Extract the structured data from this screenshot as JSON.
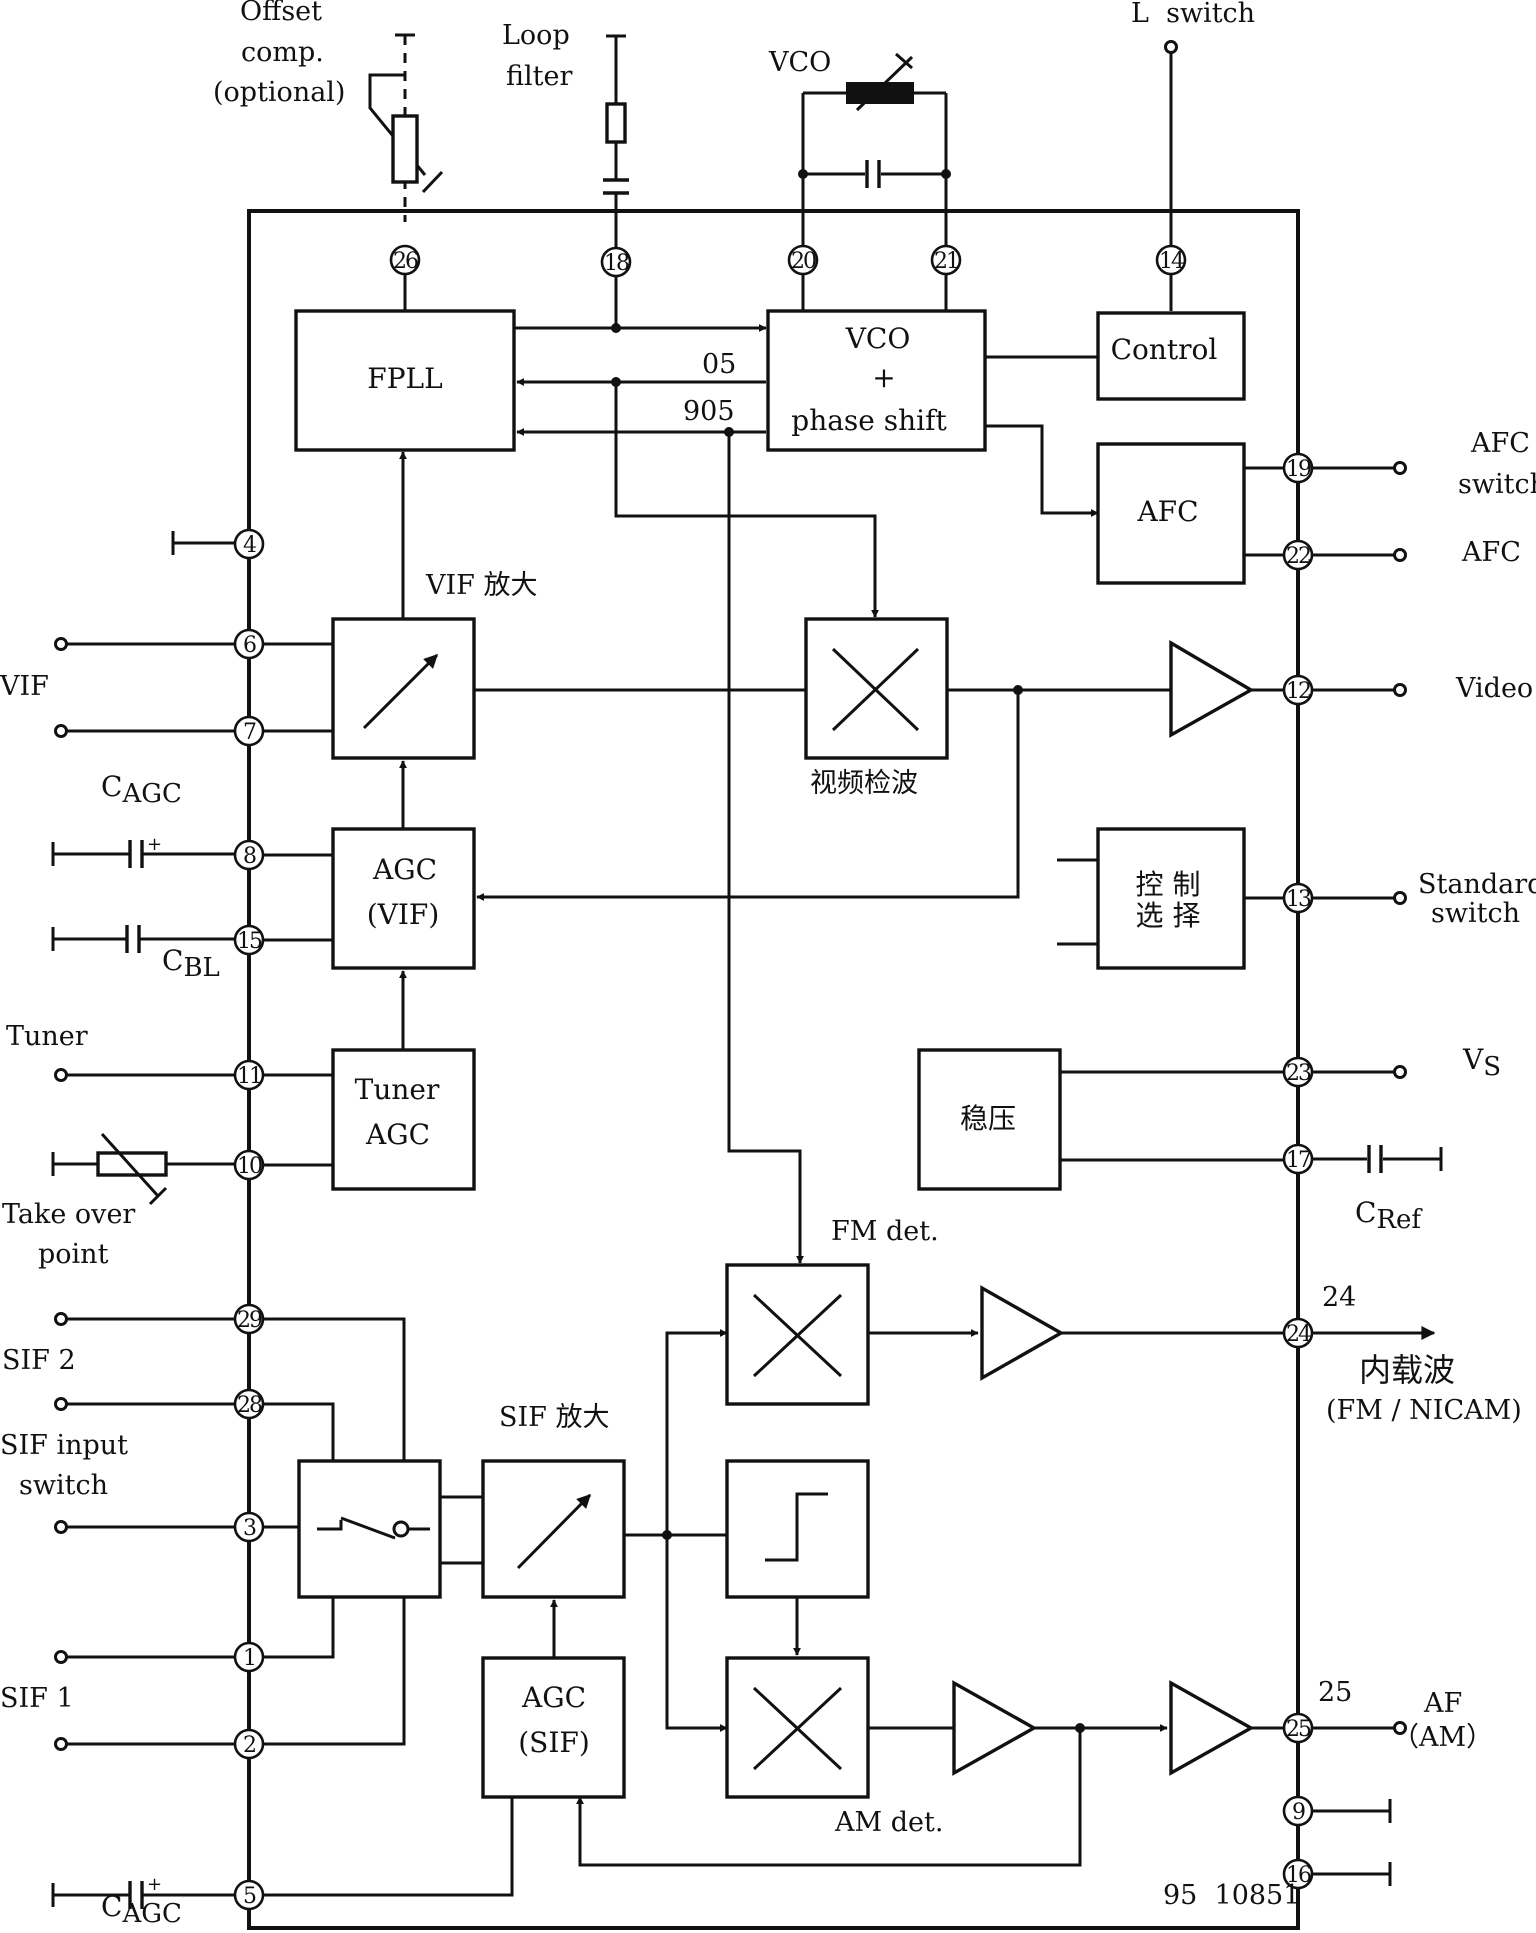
{
  "pins": {
    "p1": "1",
    "p2": "2",
    "p3": "3",
    "p4": "4",
    "p5": "5",
    "p6": "6",
    "p7": "7",
    "p8": "8",
    "p9": "9",
    "p10": "10",
    "p11": "11",
    "p12": "12",
    "p13": "13",
    "p14": "14",
    "p15": "15",
    "p16": "16",
    "p17": "17",
    "p18": "18",
    "p19": "19",
    "p20": "20",
    "p21": "21",
    "p22": "22",
    "p23": "23",
    "p24": "24",
    "p25": "25",
    "p26": "26",
    "p28": "28",
    "p29": "29"
  },
  "blocks": {
    "fpll": "FPLL",
    "vco_line1": "VCO",
    "vco_line2": "+",
    "vco_line3": "phase shift",
    "control": "Control",
    "afc": "AFC",
    "agc_vif_line1": "AGC",
    "agc_vif_line2": "(VIF)",
    "tuner_agc_line1": "Tuner",
    "tuner_agc_line2": "AGC",
    "std_ctrl_line1": "控 制",
    "std_ctrl_line2": "选 择",
    "regulator": "稳压",
    "agc_sif_line1": "AGC",
    "agc_sif_line2": "(SIF)"
  },
  "labels": {
    "offset_comp_1": "Offset",
    "offset_comp_2": "comp.",
    "offset_comp_3": "(optional)",
    "loop_filter_1": "Loop",
    "loop_filter_2": "filter",
    "vco_ext": "VCO",
    "l_switch": "L  switch",
    "phase_0": "05",
    "phase_90": "905",
    "vif_amp": "VIF 放大",
    "video_det": "视频检波",
    "vif": "VIF",
    "cagc_top_main": "C",
    "cagc_top_sub": "AGC",
    "cbl_main": "C",
    "cbl_sub": "BL",
    "tuner": "Tuner",
    "takeover_1": "Take over",
    "takeover_2": "point",
    "sif2": "SIF 2",
    "sif_input_1": "SIF input",
    "sif_input_2": "switch",
    "sif1": "SIF 1",
    "cagc_bot_main": "C",
    "cagc_bot_sub": "AGC",
    "sif_amp": "SIF 放大",
    "fm_det": "FM det.",
    "am_det": "AM det.",
    "afc_switch_1": "AFC",
    "afc_switch_2": "switch",
    "afc_out": "AFC",
    "video_out": "Video",
    "std_switch_1": "Standard",
    "std_switch_2": "switch",
    "vs_main": "V",
    "vs_sub": "S",
    "cref_main": "C",
    "cref_sub": "Ref",
    "out24_num": "24",
    "carrier": "内载波",
    "carrier_sub": "(FM / NICAM)",
    "out25_num": "25",
    "af_1": "AF",
    "af_2": "（AM）",
    "part_no": "95  10851",
    "plus": "+"
  }
}
